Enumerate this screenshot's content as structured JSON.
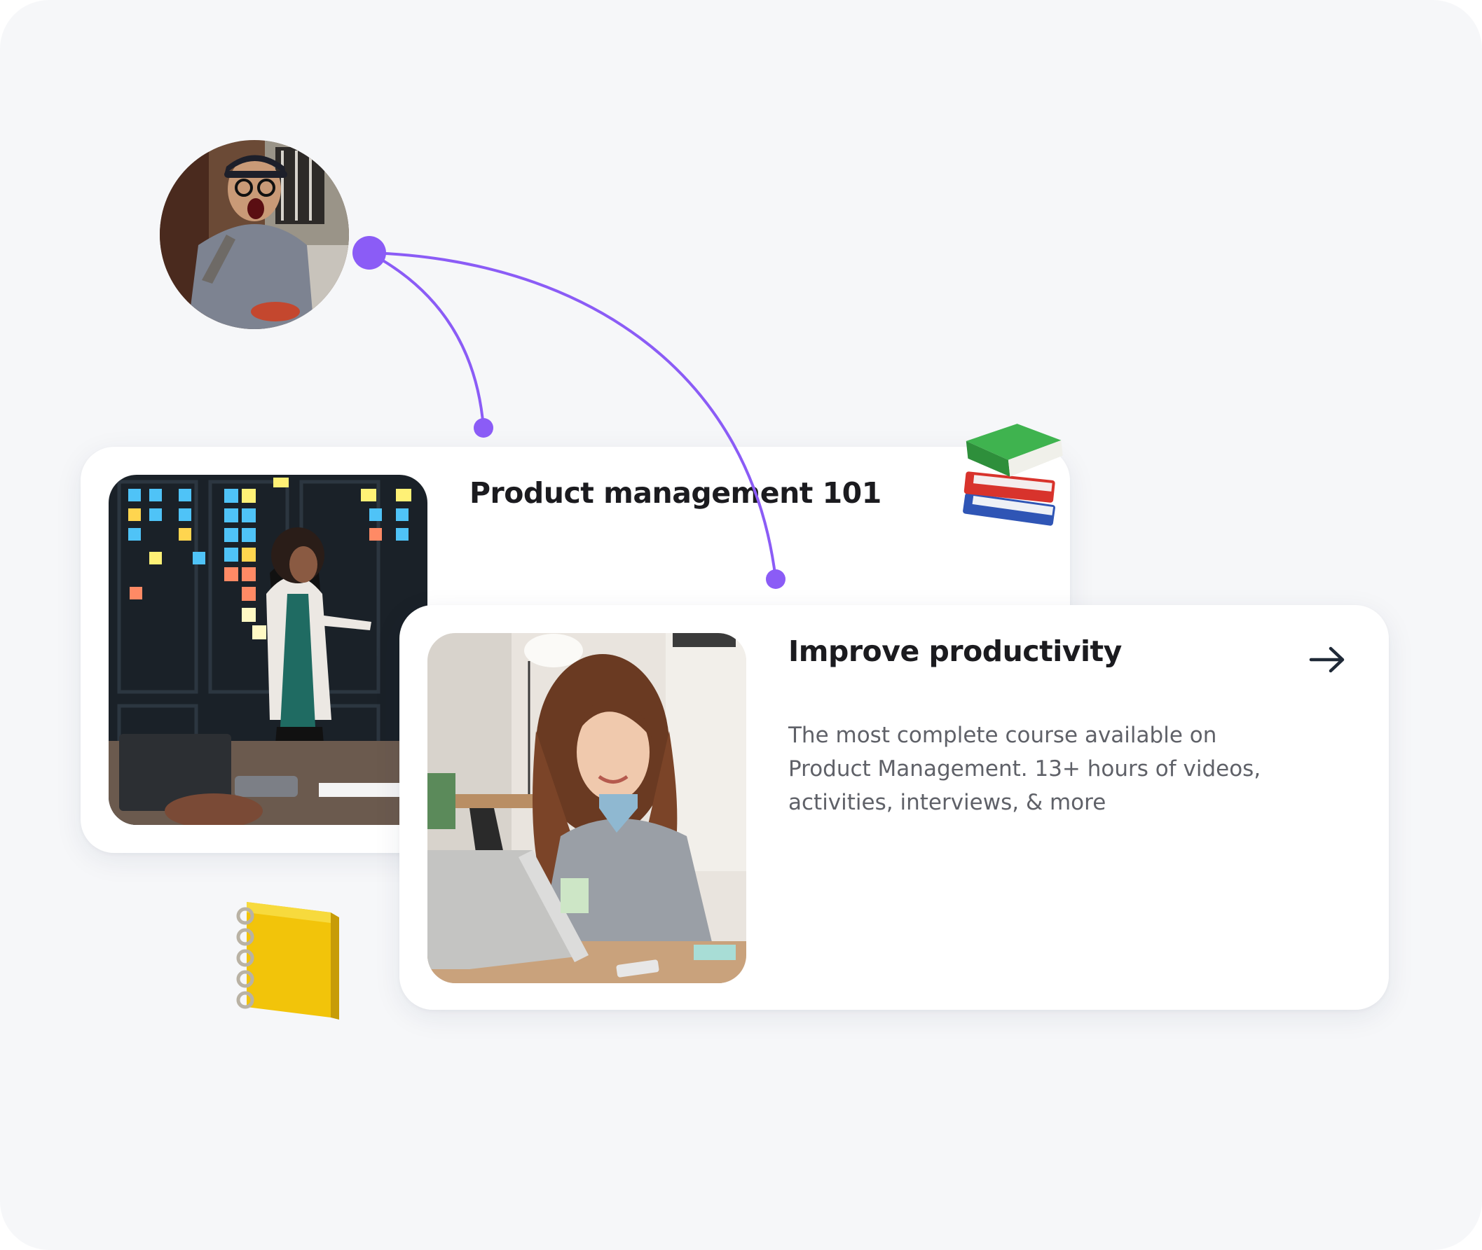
{
  "cards": [
    {
      "title": "Product management 101",
      "image_alt": "Woman presenting at a wall of sticky notes"
    },
    {
      "title": "Improve productivity",
      "description": "The most complete course available on Product Management. 13+ hours of videos, activities, interviews, & more",
      "image_alt": "Smiling woman working on a laptop",
      "action_icon": "arrow-right-icon"
    }
  ],
  "avatar": {
    "alt": "Excited man holding a spatula"
  },
  "decorations": [
    "books-icon",
    "notebook-icon"
  ],
  "colors": {
    "background": "#f6f7f9",
    "card": "#ffffff",
    "accent": "#8b5cf6",
    "title": "#1b1b1f",
    "body_text": "#5f6168"
  }
}
